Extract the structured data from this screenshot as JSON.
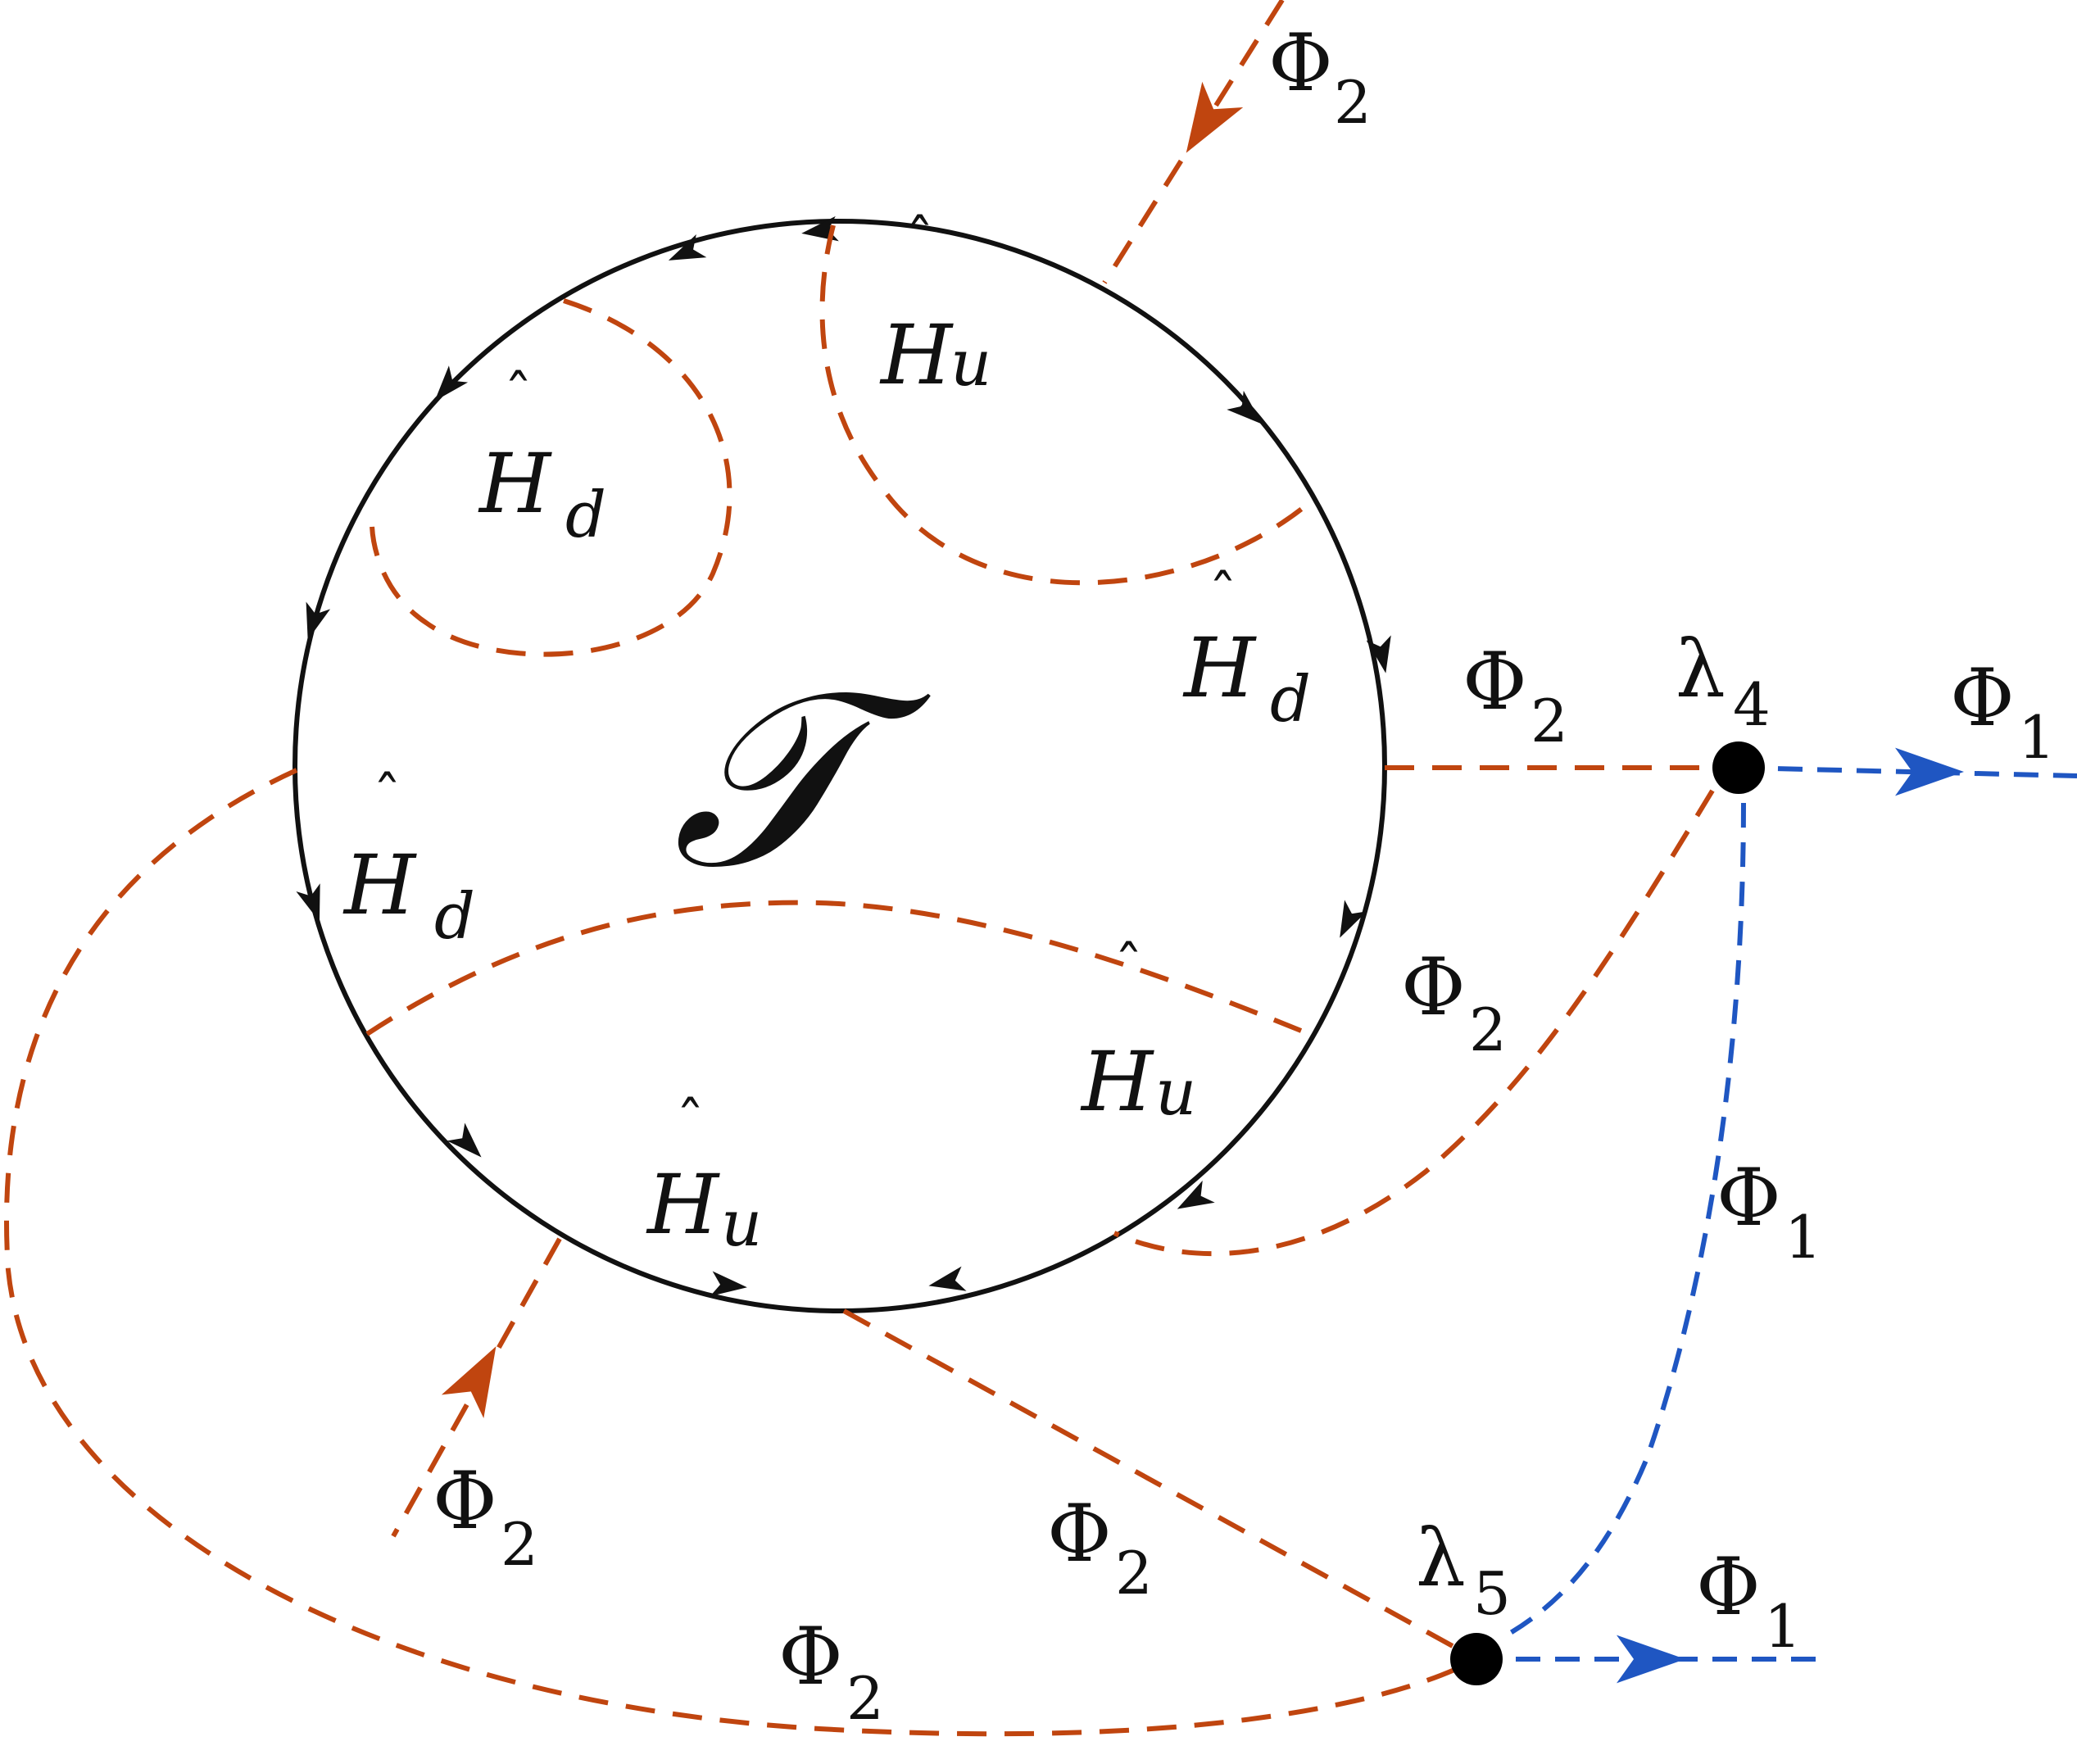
{
  "colors": {
    "loop": "#111111",
    "phi2_line": "#c0450f",
    "phi1_line": "#1f56c2",
    "vertex": "#000000",
    "background": "#ffffff"
  },
  "center_label": "𝒯",
  "phi2": {
    "symbol": "Φ",
    "index": "2"
  },
  "phi1": {
    "symbol": "Φ",
    "index": "1"
  },
  "hat_H": {
    "letter": "H",
    "hat": "ˆ",
    "u": "u",
    "d": "d"
  },
  "vertices": [
    {
      "symbol": "λ",
      "index": "4"
    },
    {
      "symbol": "λ",
      "index": "5"
    }
  ]
}
